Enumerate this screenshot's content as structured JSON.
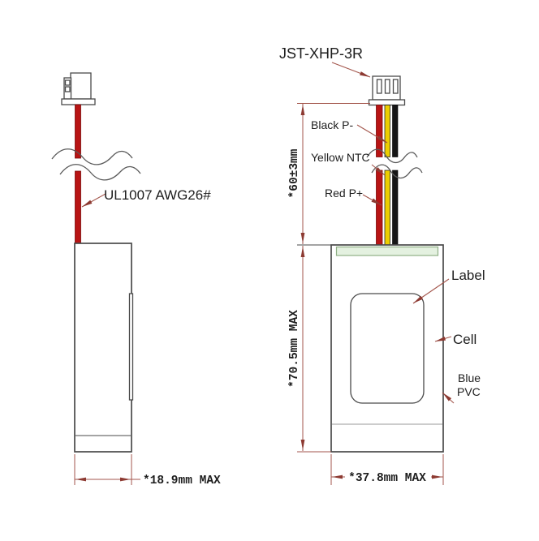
{
  "figure": {
    "connector_label": "JST-XHP-3R",
    "wire_spec": "UL1007 AWG26#",
    "wire_black_label": "Black P-",
    "wire_ntc_label": "Yellow NTC",
    "wire_red_label": "Red P+",
    "label_callout": "Label",
    "cell_callout": "Cell",
    "pvc_callout_line1": "Blue",
    "pvc_callout_line2": "PVC",
    "dim_wire_length": "*60±3mm",
    "dim_height": "*70.5mm MAX",
    "dim_width": "*37.8mm MAX",
    "dim_thickness": "*18.9mm MAX",
    "colors": {
      "outline": "#4a4a4a",
      "dimension": "#a3564c",
      "arrow": "#8d3a32",
      "wire_red": "#b81414",
      "wire_yellow": "#eccd00",
      "wire_black": "#161616",
      "tape_fill": "#e4f1e0",
      "tape_stroke": "#8fb086",
      "text": "#1d1d1d"
    }
  }
}
